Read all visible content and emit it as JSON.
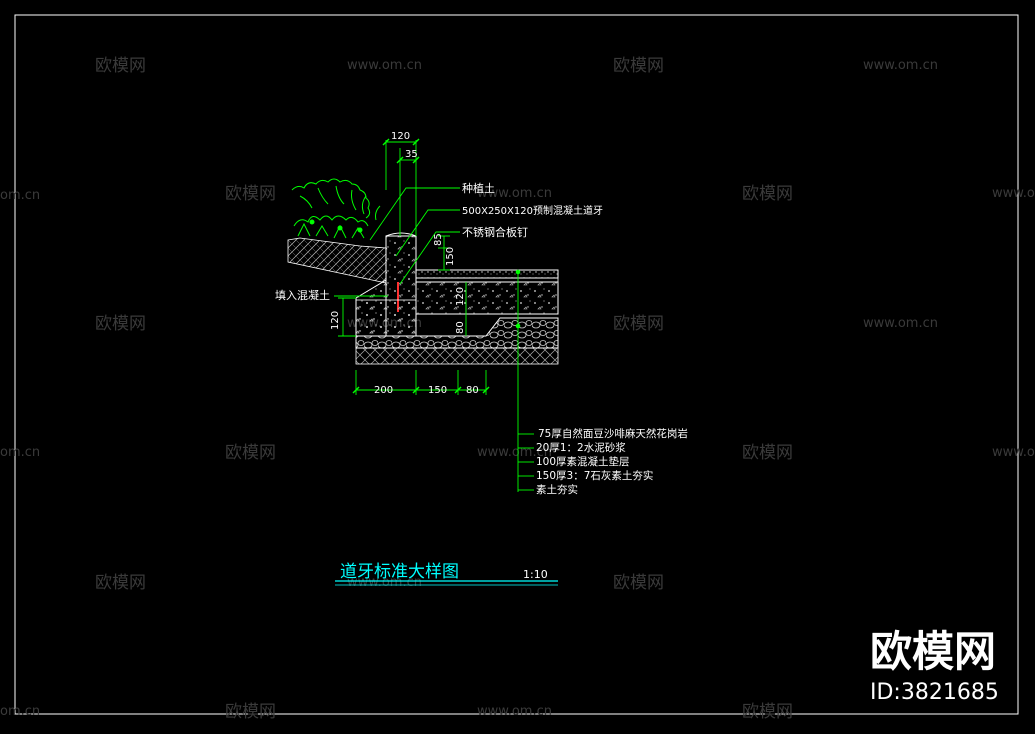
{
  "drawing": {
    "title": "道牙标准大样图",
    "scale": "1:10",
    "labels": {
      "planting_soil": "种植土",
      "curb_spec": "500X250X120预制混凝土道牙",
      "steel_nail": "不锈钢合板钉",
      "fill_concrete": "填入混凝土"
    },
    "dimensions": {
      "top_120": "120",
      "top_35": "35",
      "curb_85": "85",
      "curb_150": "150",
      "left_120": "120",
      "mid_120": "120",
      "mid_80": "80",
      "bottom_200": "200",
      "bottom_150": "150",
      "bottom_80": "80"
    },
    "layers": [
      "75厚自然面豆沙啡麻天然花岗岩",
      "20厚1：2水泥砂浆",
      "100厚素混凝土垫层",
      "150厚3：7石灰素土夯实",
      "素土夯实"
    ]
  },
  "watermark": {
    "brand": "欧模网",
    "site": "www.om.cn",
    "site_short": "om.cn",
    "big_brand": "欧模网",
    "id": "ID:3821685"
  },
  "colors": {
    "background": "#000000",
    "line": "#ffffff",
    "dimension": "#00ff00",
    "text": "#ffffff",
    "title": "#00ffff",
    "rebar": "#ff3030",
    "watermark": "#3a3a3a"
  }
}
